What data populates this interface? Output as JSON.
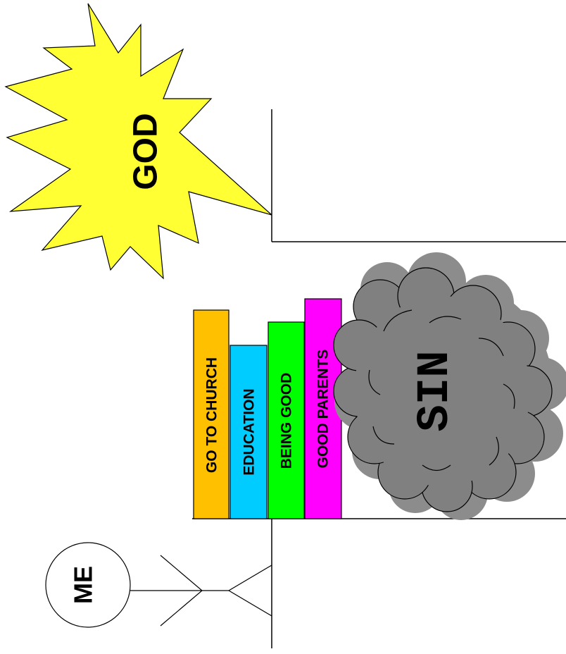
{
  "labels": {
    "god": "GOD",
    "sin": "SIN",
    "me": "ME"
  },
  "books": [
    {
      "label": "GO TO CHURCH",
      "color": "#FFC000"
    },
    {
      "label": "EDUCATION",
      "color": "#00CCFF"
    },
    {
      "label": "BEING GOOD",
      "color": "#00FF00"
    },
    {
      "label": "GOOD PARENTS",
      "color": "#FF00FF"
    }
  ],
  "colors": {
    "star": "#FFFF33",
    "cloud": "#808080",
    "cloud_shadow": "#8C8C8C",
    "line": "#000000"
  }
}
